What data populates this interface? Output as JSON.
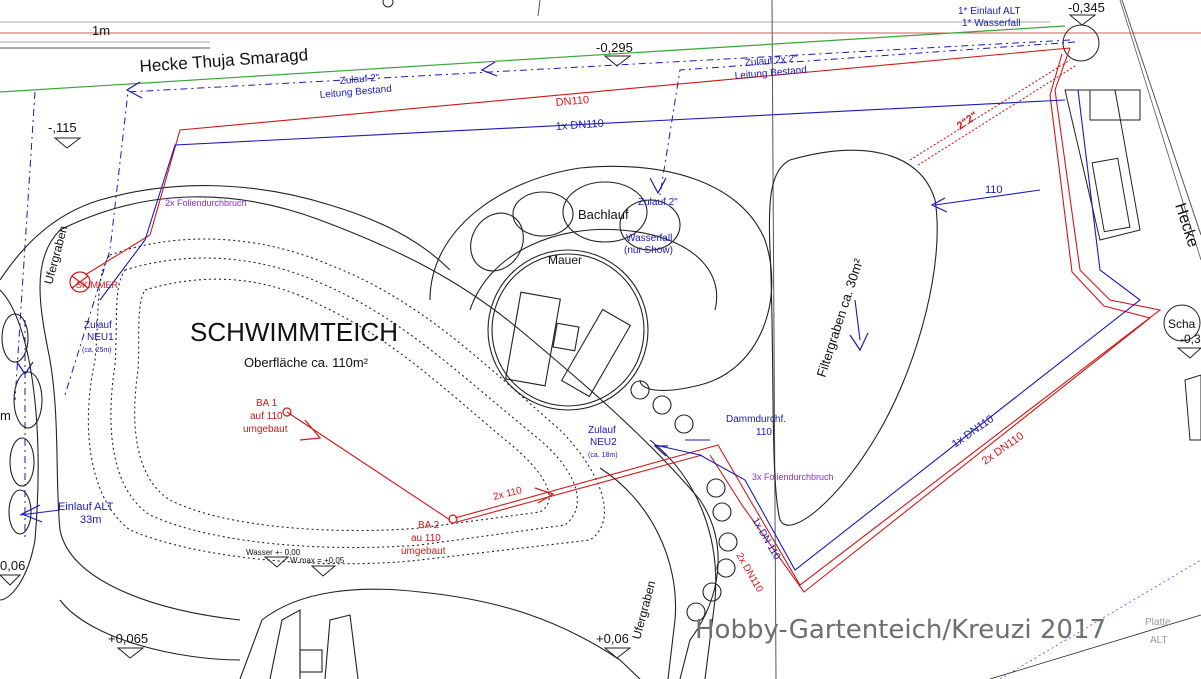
{
  "labels": {
    "scale_1m": "1m",
    "hecke_top": "Hecke  Thuja Smaragd",
    "hecke_right": "Hecke",
    "level_top_mid": "-0,295",
    "level_top_right": "-0,345",
    "level_left": "-,115",
    "level_left_bottom": "0,06",
    "level_bottom_mid": "+0,065",
    "level_bottom_right": "+0,06",
    "wasser_level": "Wasser +- 0,00",
    "wmax_level": "W max = +0,05",
    "top_right_1": "1* Einlauf ALT",
    "top_right_2": "1* Wasserfall",
    "zulauf_bestand_left_1": "Zulauf 2\"",
    "zulauf_bestand_left_2": "Leitung Bestand",
    "zulauf_bestand_right_1": "Zulauf 2x 2\"",
    "zulauf_bestand_right_2": "Leitung Bestand",
    "dn110_top": "DN110",
    "dn110_top_blue": "1x DN110",
    "dim_2x2": "2\"2\"",
    "pipe_110": "110",
    "pond_title": "SCHWIMMTEICH",
    "pond_area": "Oberfläche ca. 110m²",
    "ufergraben_left": "Ufergraben",
    "ufergraben_bottom": "Ufergraben",
    "folie_2x": "2x Foliendurchbruch",
    "folie_3x": "3x Foliendurchbruch",
    "skimmer": "SKIMMER",
    "zulauf_neu1_1": "Zulauf",
    "zulauf_neu1_2": "NEU1",
    "zulauf_neu1_3": "(ca. 25m)",
    "einlauf_alt_1": "Einlauf ALT",
    "einlauf_alt_2": "33m",
    "ba1_1": "BA 1",
    "ba1_2": "auf 110",
    "ba1_3": "umgebaut",
    "ba2_1": "BA 2",
    "ba2_2": "au 110",
    "ba2_3": "umgebaut",
    "pipe_2x110": "2x 110",
    "zulauf_neu2_1": "Zulauf",
    "zulauf_neu2_2": "NEU2",
    "zulauf_neu2_3": "(ca. 18m)",
    "damm_1": "Dammdurchf.",
    "damm_2": "110",
    "bachlauf": "Bachlauf",
    "zulauf_2": "Zulauf 2\"",
    "wasserfall_1": "Wasserfall",
    "wasserfall_2": "(nur Show)",
    "mauer": "Mauer",
    "filtergraben": "Filtergraben ca. 30m²",
    "right_1xdn110": "1x DN110",
    "right_2xdn110": "2x DN110",
    "diag_1xdn110": "1x DN 110",
    "diag_2xdn110": "2x DN110",
    "schacht_1": "Scha",
    "schacht_2": "-0,3",
    "left_edge_m": "m",
    "platte_1": "Platte",
    "platte_2": "ALT",
    "watermark": "Hobby-Gartenteich/Kreuzi 2017"
  },
  "colors": {
    "ink": "#111111",
    "pipe_blue": "#1a1ab8",
    "pipe_red": "#d01818",
    "hedge_green": "#3aa53a",
    "note_purple": "#8a2be2",
    "watermark": "#6f6f6f"
  }
}
